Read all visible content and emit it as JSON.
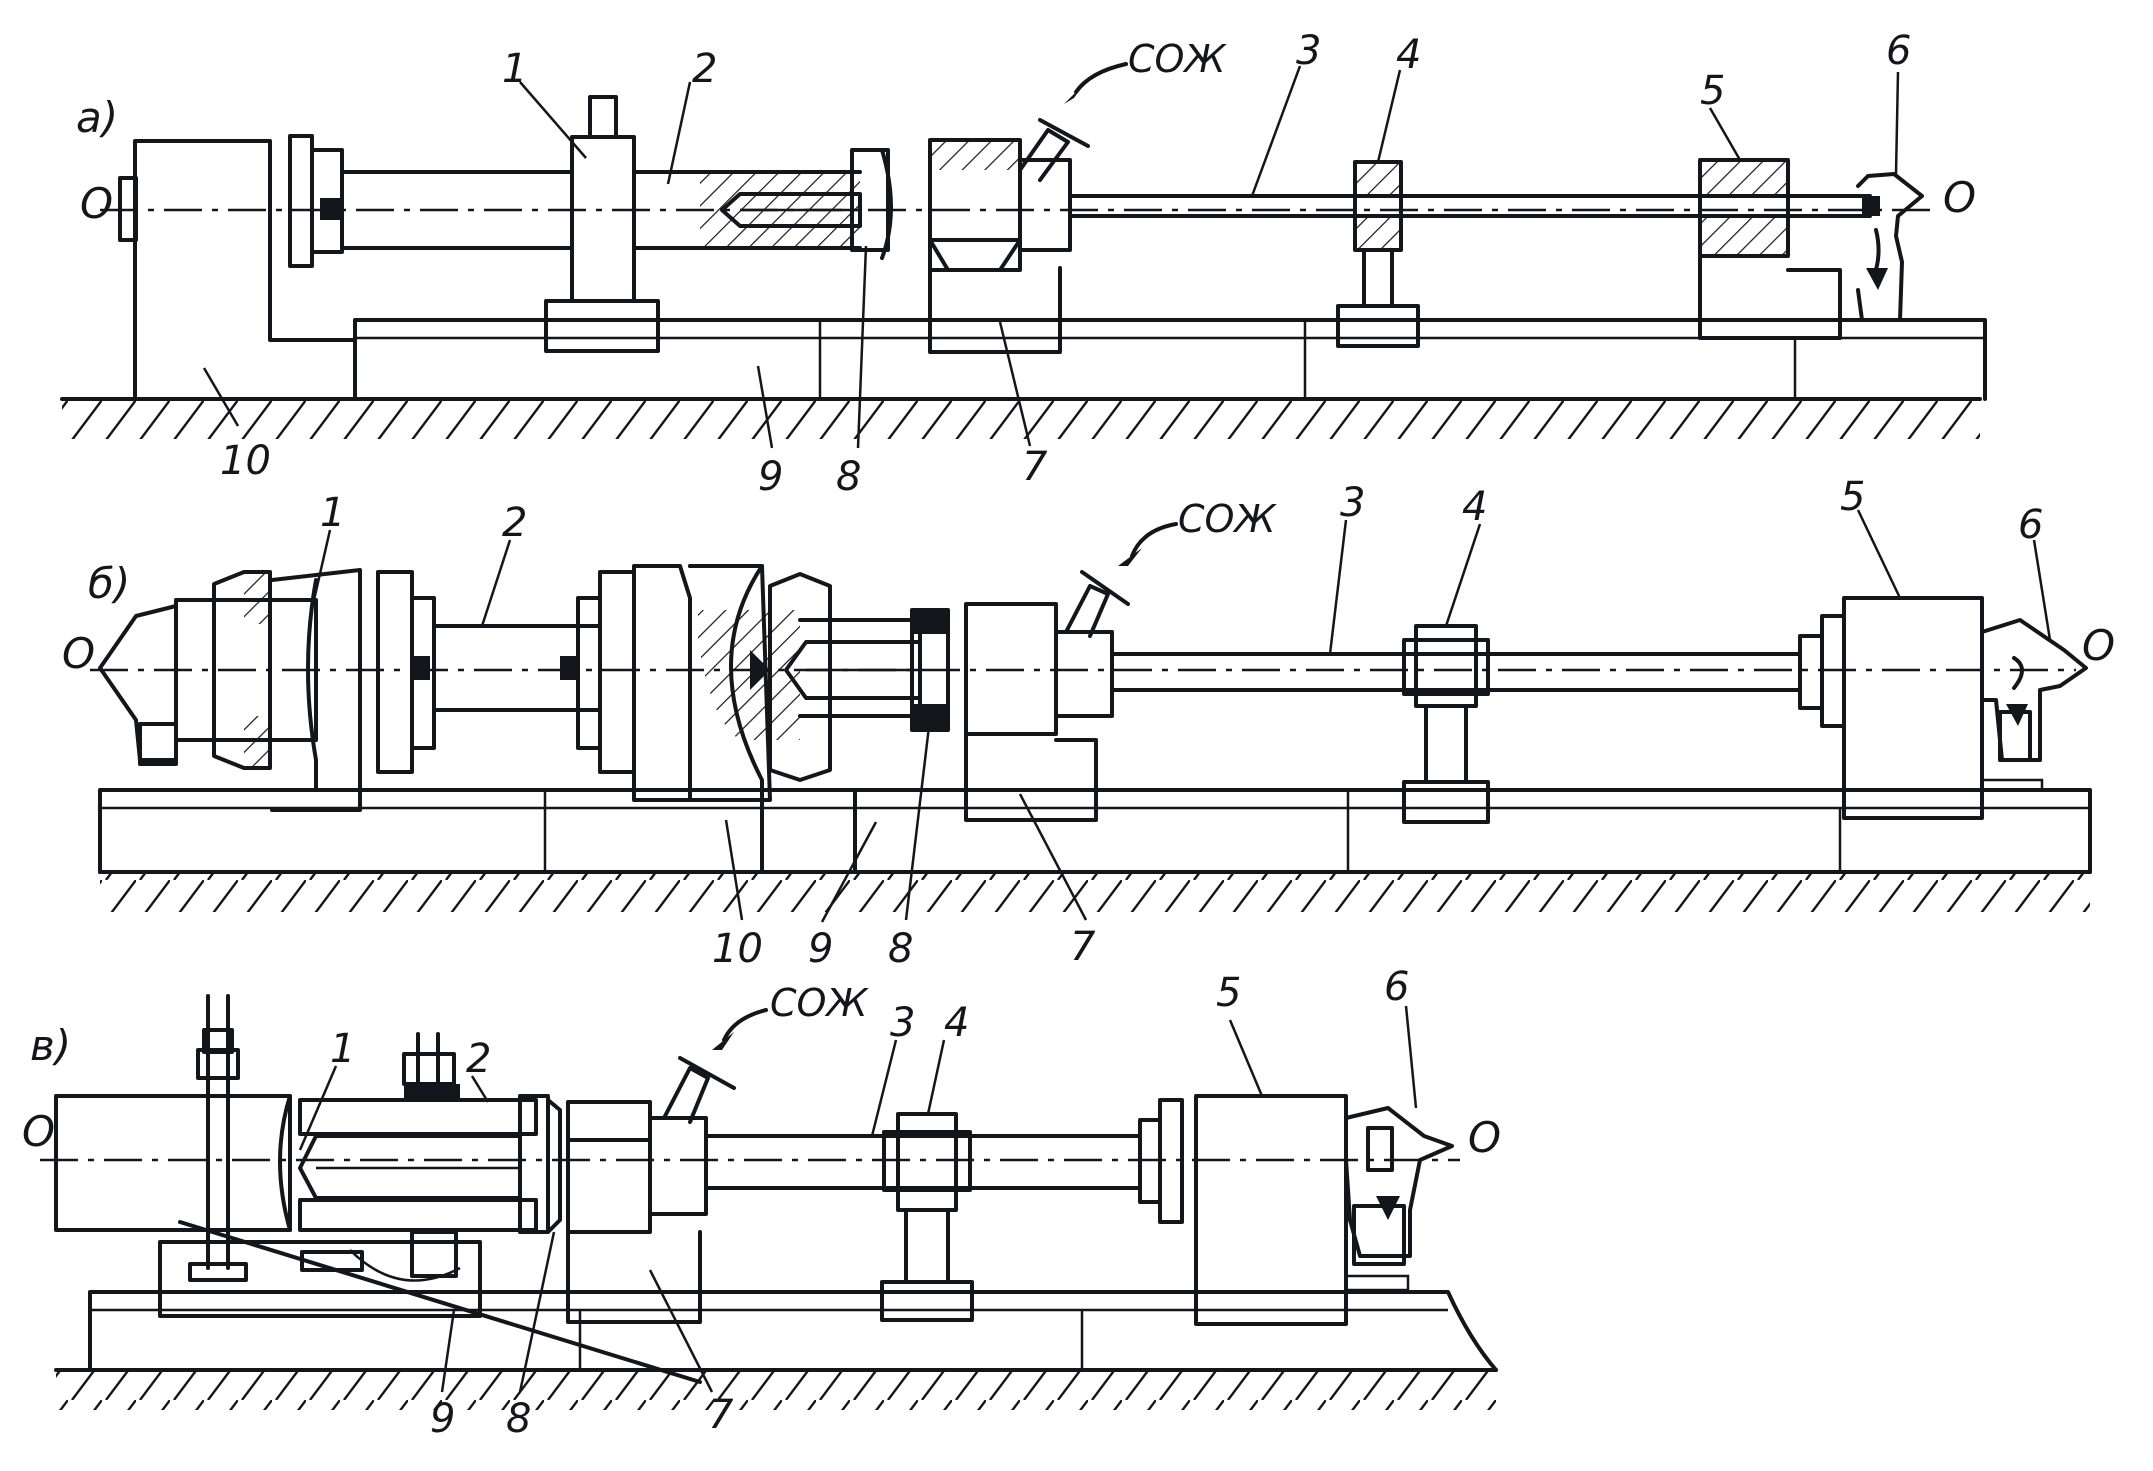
{
  "panels": [
    {
      "id": "a",
      "label": "а)",
      "axis_labels": [
        "О",
        "О"
      ],
      "coolant_label": "СОЖ",
      "callouts": [
        "1",
        "2",
        "3",
        "4",
        "5",
        "6",
        "7",
        "8",
        "9",
        "10"
      ]
    },
    {
      "id": "b",
      "label": "б)",
      "axis_labels": [
        "О",
        "О"
      ],
      "coolant_label": "СОЖ",
      "callouts": [
        "1",
        "2",
        "3",
        "4",
        "5",
        "6",
        "7",
        "8",
        "9",
        "10"
      ]
    },
    {
      "id": "c",
      "label": "в)",
      "axis_labels": [
        "О",
        "О"
      ],
      "coolant_label": "СОЖ",
      "callouts": [
        "1",
        "2",
        "3",
        "4",
        "5",
        "6",
        "7",
        "8",
        "9"
      ]
    }
  ]
}
